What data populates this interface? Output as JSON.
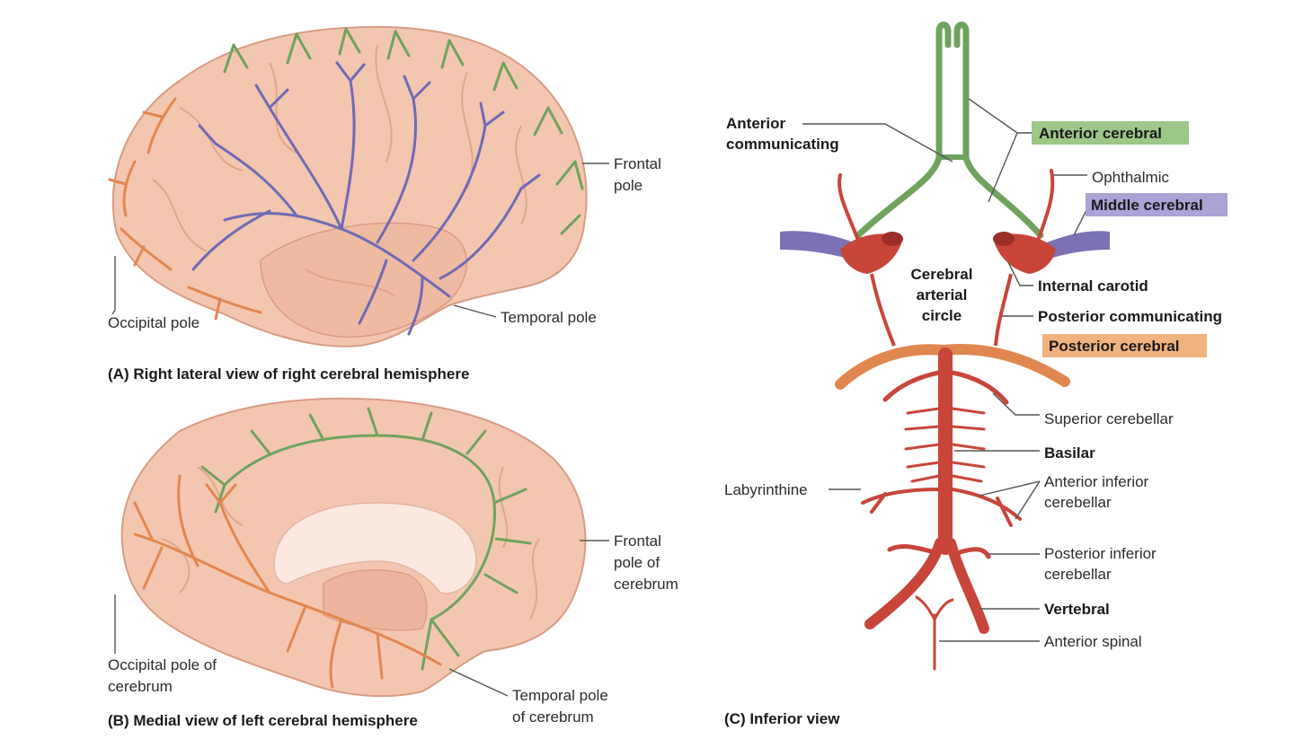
{
  "colors": {
    "brain_fill": "#f3c6b0",
    "brain_shadow": "#e4a88e",
    "anterior_cerebral": "#7aa86a",
    "middle_cerebral": "#7a72b5",
    "posterior_cerebral": "#e0874f",
    "artery_red": "#c8453a",
    "anterior_highlight": "#9bc787",
    "middle_highlight": "#a9a3d6",
    "posterior_highlight": "#f0b27e"
  },
  "panel_a": {
    "caption": "(A) Right lateral view of right cerebral hemisphere",
    "labels": {
      "frontal_pole": [
        "Frontal",
        "pole"
      ],
      "occipital_pole": "Occipital pole",
      "temporal_pole": "Temporal pole"
    }
  },
  "panel_b": {
    "caption": "(B) Medial view of left cerebral hemisphere",
    "labels": {
      "frontal_pole": [
        "Frontal",
        "pole of",
        "cerebrum"
      ],
      "occipital_pole": [
        "Occipital pole of",
        "cerebrum"
      ],
      "temporal_pole": [
        "Temporal pole",
        "of cerebrum"
      ]
    }
  },
  "panel_c": {
    "caption": "(C) Inferior view",
    "center_label": [
      "Cerebral",
      "arterial",
      "circle"
    ],
    "labels": {
      "anterior_communicating": [
        "Anterior",
        "communicating"
      ],
      "anterior_cerebral": "Anterior cerebral",
      "ophthalmic": "Ophthalmic",
      "middle_cerebral": "Middle cerebral",
      "internal_carotid": "Internal carotid",
      "posterior_communicating": "Posterior communicating",
      "posterior_cerebral": "Posterior cerebral",
      "superior_cerebellar": "Superior cerebellar",
      "basilar": "Basilar",
      "labyrinthine": "Labyrinthine",
      "anterior_inferior_cerebellar": [
        "Anterior inferior",
        "cerebellar"
      ],
      "posterior_inferior_cerebellar": [
        "Posterior inferior",
        "cerebellar"
      ],
      "vertebral": "Vertebral",
      "anterior_spinal": "Anterior spinal"
    }
  }
}
